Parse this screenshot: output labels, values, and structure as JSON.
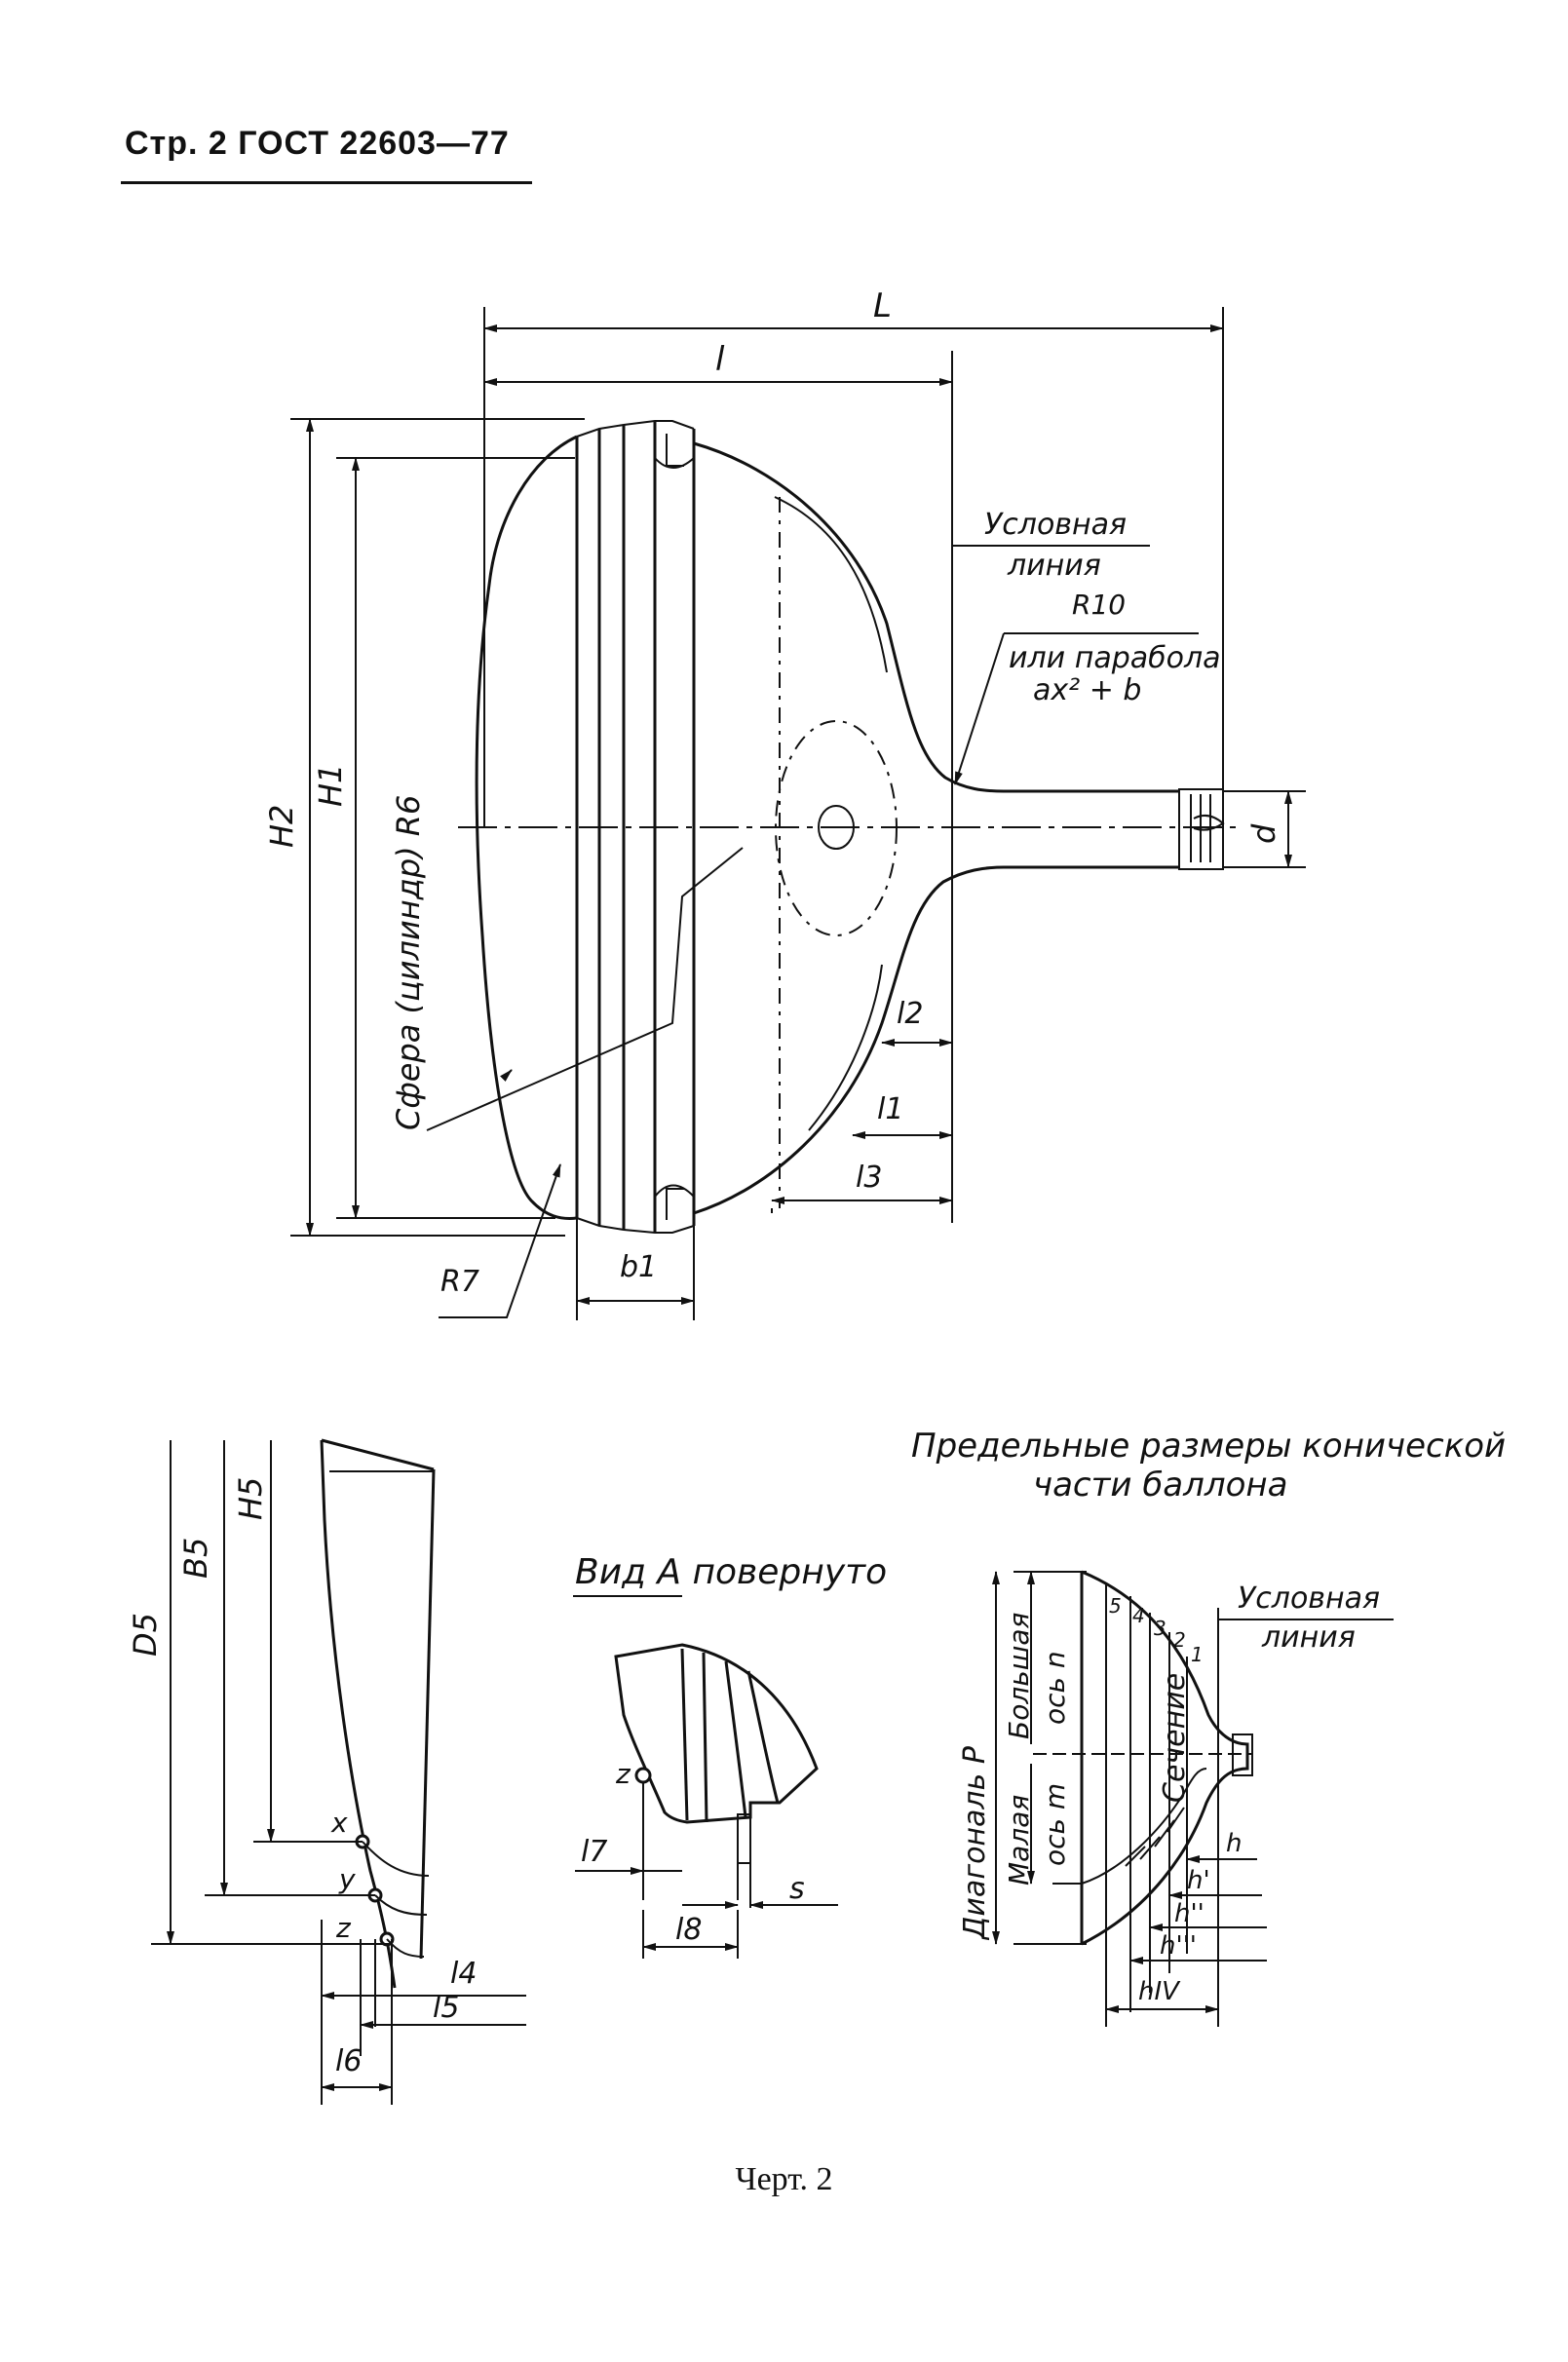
{
  "header": {
    "page_ref": "Стр. 2 ГОСТ 22603—77"
  },
  "drawing_main": {
    "dim_L": "L",
    "dim_l": "l",
    "dim_H2": "H2",
    "dim_H1": "H1",
    "dim_R6_note": "Сфера (цилиндр) R6",
    "dim_R7": "R7",
    "dim_b1": "b1",
    "dim_d": "d",
    "dim_l2": "l2",
    "dim_l1": "l1",
    "dim_l3": "l3",
    "note_conditional_line_1": "Условная",
    "note_conditional_line_2": "линия",
    "note_R10": "R10",
    "note_parabola_1": "или парабола",
    "note_parabola_2": "ax² + b"
  },
  "drawing_left": {
    "D5": "D5",
    "B5": "B5",
    "H5": "H5",
    "x": "x",
    "y": "y",
    "z": "z",
    "l4": "l4",
    "l5": "l5",
    "l6": "l6"
  },
  "drawing_view_a": {
    "title": "Вид А повернуто",
    "z": "z",
    "l7": "l7",
    "l8": "l8",
    "s": "s"
  },
  "drawing_cone": {
    "title_1": "Предельные размеры конической",
    "title_2": "части баллона",
    "conditional_1": "Условная",
    "conditional_2": "линия",
    "diagonal": "Диагональ P",
    "major_axis_1": "Большая",
    "major_axis_2": "ось n",
    "minor_axis_1": "Малая",
    "minor_axis_2": "ось m",
    "section": "Сечение",
    "sec_1": "1",
    "sec_2": "2",
    "sec_3": "3",
    "sec_4": "4",
    "sec_5": "5",
    "h": "h",
    "h1": "h'",
    "h2": "h''",
    "h3": "h'''",
    "h4": "hIV"
  },
  "caption": "Черт. 2"
}
